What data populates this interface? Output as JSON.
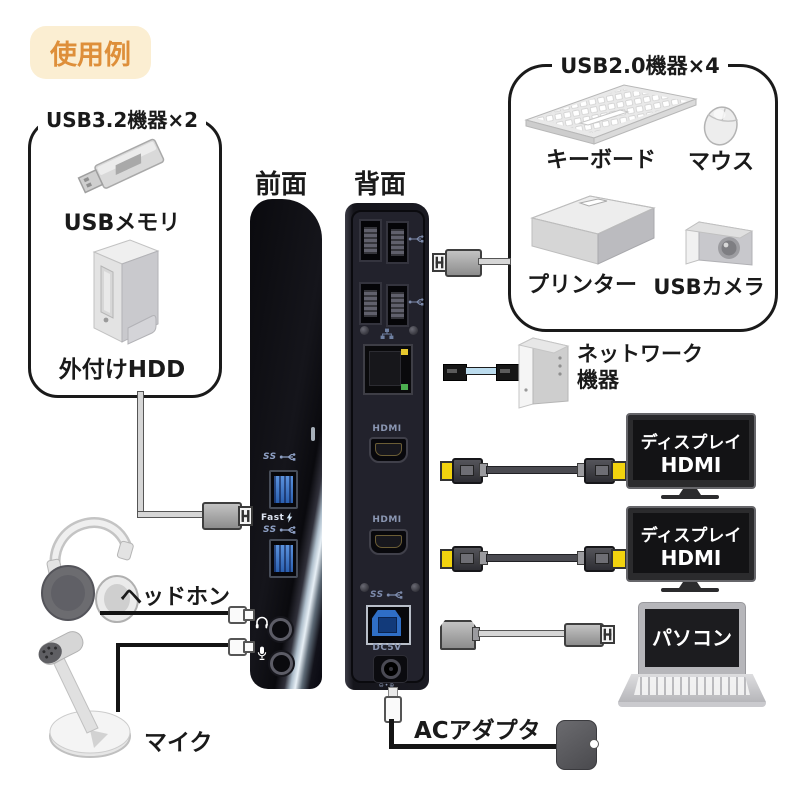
{
  "badge": {
    "label": "使用例"
  },
  "frames": {
    "usb32": {
      "title": "USB3.2機器×2",
      "items": [
        {
          "label": "USBメモリ"
        },
        {
          "label": "外付けHDD"
        }
      ]
    },
    "usb20": {
      "title": "USB2.0機器×4",
      "items": [
        {
          "label": "キーボード"
        },
        {
          "label": "マウス"
        },
        {
          "label": "プリンター"
        },
        {
          "label": "USBカメラ"
        }
      ]
    }
  },
  "dock": {
    "front_label": "前面",
    "back_label": "背面",
    "ports": {
      "ss": "SS",
      "fast": "Fast",
      "hdmi": "HDMI",
      "dc": "DC5V"
    }
  },
  "devices": {
    "network": {
      "line1": "ネットワーク",
      "line2": "機器"
    },
    "display": {
      "line1": "ディスプレイ",
      "line2": "HDMI"
    },
    "pc": {
      "label": "パソコン"
    },
    "headphone": {
      "label": "ヘッドホン"
    },
    "mic": {
      "label": "マイク"
    },
    "ac_adapter": {
      "label": "ACアダプタ"
    }
  },
  "colors": {
    "badge_bg": "#FBEED2",
    "badge_text": "#DE8F3A",
    "usb3_blue": "#2F6EC6",
    "hdmi_yellow": "#F2D30E",
    "ethernet_cable_blue": "#BCDCEE",
    "lan_led_yellow": "#E6C82E",
    "lan_led_green": "#4CAF50"
  }
}
